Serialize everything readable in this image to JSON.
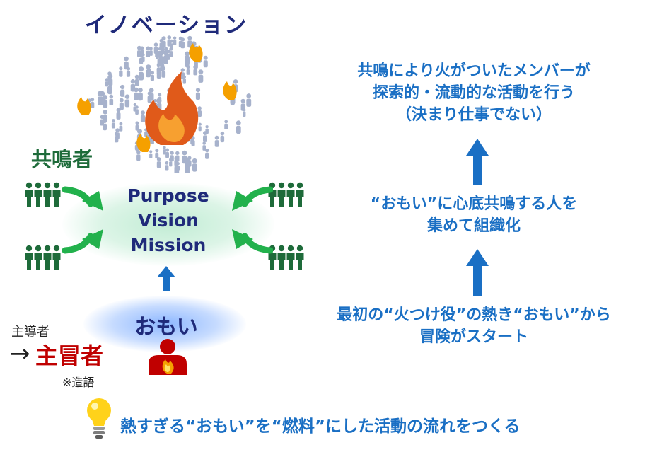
{
  "title": "イノベーション",
  "kyomeisha": "共鳴者",
  "pvm": {
    "purpose": "Purpose",
    "vision": "Vision",
    "mission": "Mission"
  },
  "omoi": "おもい",
  "leader": {
    "old": "主導者",
    "arrow": "→",
    "new": "主冒者",
    "note": "※造語"
  },
  "right": {
    "top": [
      "共鳴により火がついたメンバーが",
      "探索的・流動的な活動を行う",
      "（決まり仕事でない）"
    ],
    "middle": [
      "“おもい”に心底共鳴する人を",
      "集めて組織化"
    ],
    "bottom": [
      "最初の“火つけ役”の熱き“おもい”から",
      "冒険がスタート"
    ]
  },
  "bottom_line": "熱すぎる“おもい”を“燃料”にした活動の流れをつくる",
  "colors": {
    "navy": "#1f2a7a",
    "green": "#1e6b3a",
    "blue": "#1a6fc4",
    "red": "#c00000",
    "crowd": "#a7b2cc",
    "flame": "#f5a000"
  },
  "icons": [
    "crowd-illustration",
    "fire-icon",
    "people-group-icon",
    "green-arrow-icon",
    "up-arrow-icon",
    "person-with-fire-icon",
    "lightbulb-icon"
  ]
}
